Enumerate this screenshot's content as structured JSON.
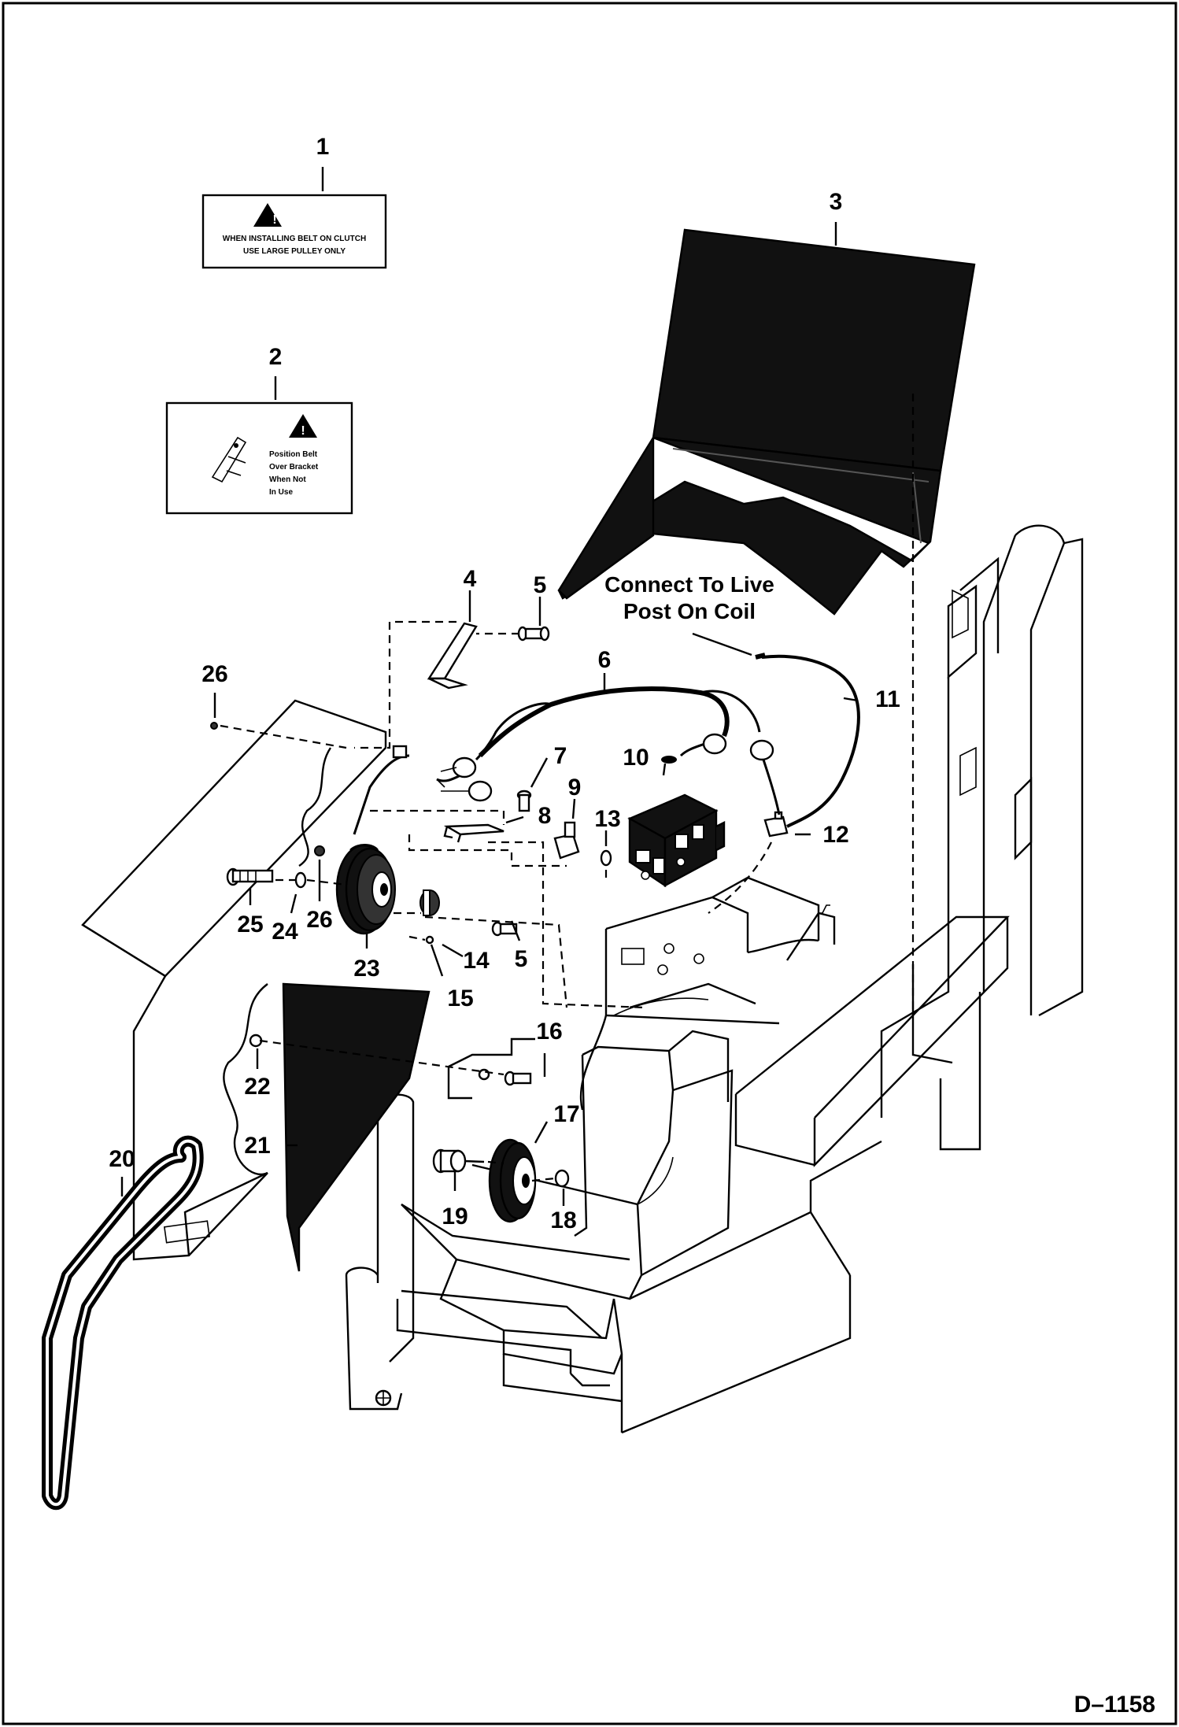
{
  "drawing_id": "D–1158",
  "note": {
    "line1": "Connect To Live",
    "line2": "Post On Coil"
  },
  "decal_1": {
    "line1": "WHEN INSTALLING BELT ON CLUTCH",
    "line2": "USE LARGE PULLEY ONLY"
  },
  "decal_2": {
    "line1": "Position Belt",
    "line2": "Over Bracket",
    "line3": "When Not",
    "line4": "In Use"
  },
  "callouts": {
    "c1": "1",
    "c2": "2",
    "c3": "3",
    "c4": "4",
    "c5a": "5",
    "c5b": "5",
    "c6": "6",
    "c7": "7",
    "c8": "8",
    "c9": "9",
    "c10": "10",
    "c11": "11",
    "c12": "12",
    "c13": "13",
    "c14": "14",
    "c15": "15",
    "c16": "16",
    "c17": "17",
    "c18": "18",
    "c19": "19",
    "c20": "20",
    "c21": "21",
    "c22": "22",
    "c23": "23",
    "c24": "24",
    "c25": "25",
    "c26a": "26",
    "c26b": "26"
  }
}
